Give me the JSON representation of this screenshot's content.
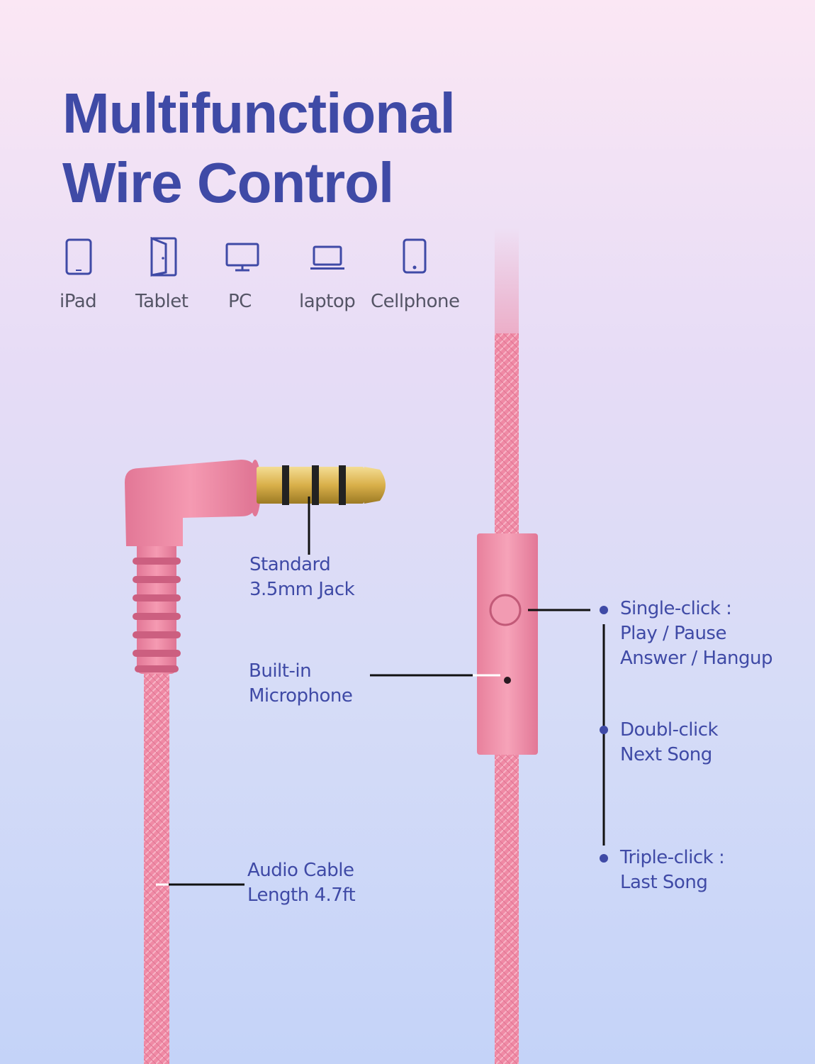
{
  "title": {
    "line1": "Multifunctional",
    "line2": "Wire Control"
  },
  "devices": [
    {
      "label": "iPad",
      "icon": "ipad-icon"
    },
    {
      "label": "Tablet",
      "icon": "tablet-icon"
    },
    {
      "label": "PC",
      "icon": "pc-monitor-icon"
    },
    {
      "label": "laptop",
      "icon": "laptop-icon"
    },
    {
      "label": "Cellphone",
      "icon": "cellphone-icon"
    }
  ],
  "callouts": {
    "jack": {
      "line1": "Standard",
      "line2": "3.5mm Jack"
    },
    "microphone": {
      "line1": "Built-in",
      "line2": "Microphone"
    },
    "cable": {
      "line1": "Audio Cable",
      "line2": "Length 4.7ft"
    },
    "single_click": {
      "line1": "Single-click :",
      "line2": "Play / Pause",
      "line3": "Answer / Hangup"
    },
    "double_click": {
      "line1": "Doubl-click",
      "line2": "Next Song"
    },
    "triple_click": {
      "line1": "Triple-click :",
      "line2": "Last Song"
    }
  },
  "colors": {
    "title": "#3f4aa6",
    "label": "#3f4aa6",
    "cable_pink": "#f08aa5",
    "plug_gold": "#d9b04a"
  }
}
